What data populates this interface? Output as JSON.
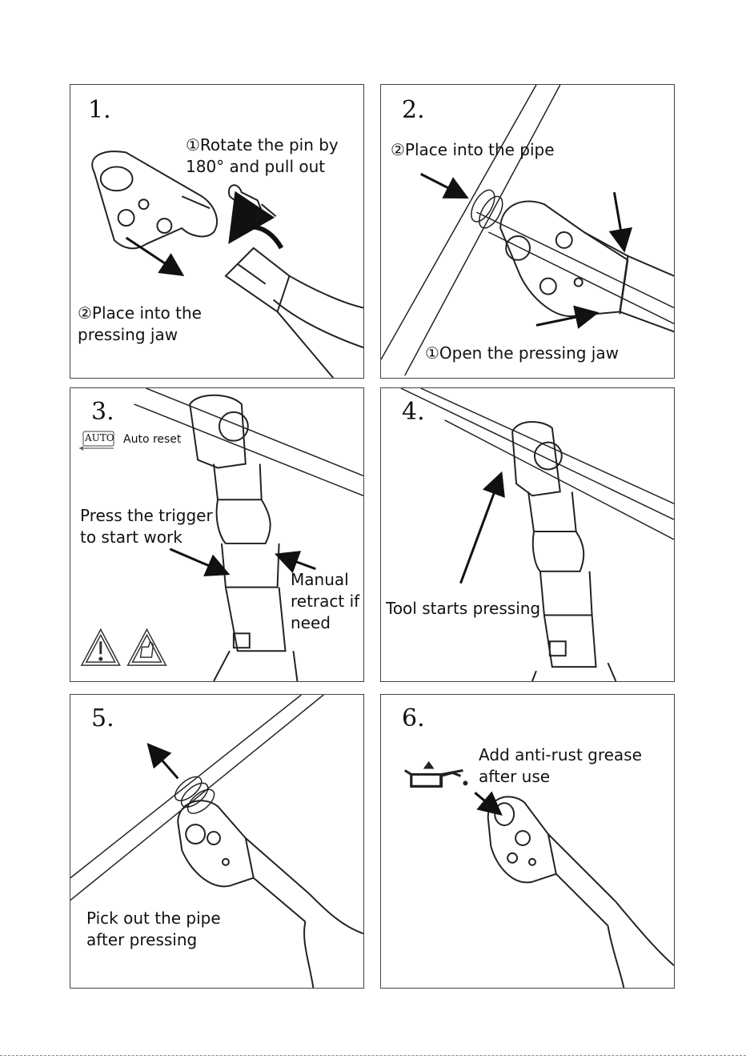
{
  "steps": [
    {
      "number": "1.",
      "captions": [
        "①Rotate the pin by\n180° and pull out",
        "②Place into the\npressing jaw"
      ]
    },
    {
      "number": "2.",
      "captions": [
        "②Place into the pipe",
        "①Open the pressing jaw"
      ]
    },
    {
      "number": "3.",
      "auto_label": "AUTO",
      "auto_reset": "Auto reset",
      "captions": [
        "Press the trigger\nto start work",
        "Manual\nretract if\nneed"
      ],
      "warning_icons": [
        "warning-exclamation-icon",
        "warning-hand-pinch-icon"
      ]
    },
    {
      "number": "4.",
      "captions": [
        "Tool starts pressing"
      ]
    },
    {
      "number": "5.",
      "captions": [
        "Pick out the pipe\nafter pressing"
      ]
    },
    {
      "number": "6.",
      "captions": [
        "Add anti-rust grease\nafter use"
      ],
      "icon": "oil-can-icon"
    }
  ]
}
